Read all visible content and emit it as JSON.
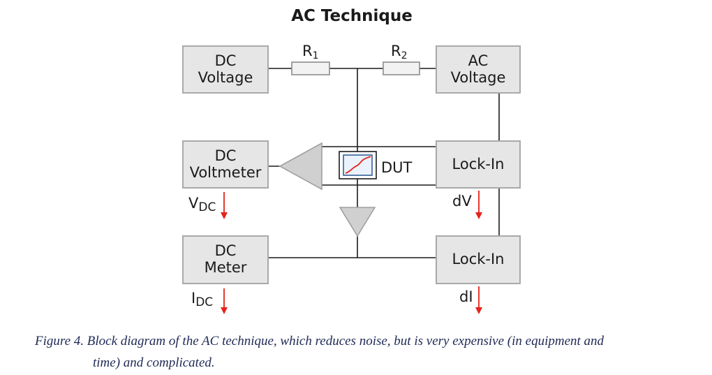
{
  "title": "AC Technique",
  "blocks": {
    "dc_voltage": [
      "DC",
      "Voltage"
    ],
    "ac_voltage": [
      "AC",
      "Voltage"
    ],
    "dc_voltmeter": [
      "DC",
      "Voltmeter"
    ],
    "dc_meter": [
      "DC",
      "Meter"
    ],
    "lockin_top": "Lock-In",
    "lockin_bottom": "Lock-In",
    "dut": "DUT"
  },
  "resistors": {
    "r1": {
      "main": "R",
      "sub": "1"
    },
    "r2": {
      "main": "R",
      "sub": "2"
    }
  },
  "outputs": {
    "vdc": {
      "main": "V",
      "sub": "DC"
    },
    "idc": {
      "main": "I",
      "sub": "DC"
    },
    "dv": "dV",
    "di": "dI"
  },
  "caption": {
    "line1": "Figure 4.  Block diagram of the AC technique, which reduces noise, but is very expensive (in equipment and",
    "line2": "time) and complicated."
  },
  "colors": {
    "box_fill": "#e6e6e6",
    "box_stroke": "#a9a9a9",
    "arrow": "#e2231a",
    "dut_curve": "#e2231a",
    "dut_frame": "#1a4a8a"
  }
}
